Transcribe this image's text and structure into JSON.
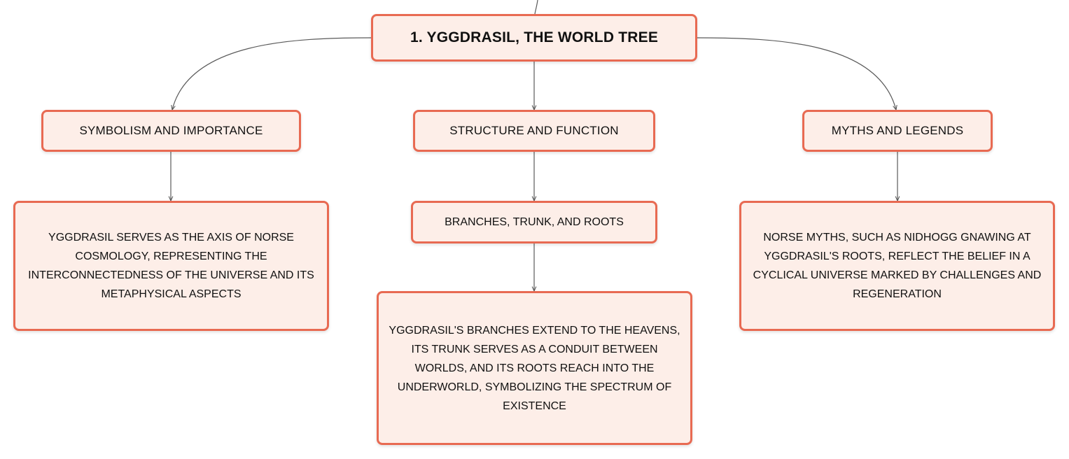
{
  "colors": {
    "node_fill": "#fdeee8",
    "node_border": "#e86a52",
    "connector": "#5a5a5a",
    "text": "#111111"
  },
  "mindmap": {
    "root": {
      "label": "1. YGGDRASIL, THE WORLD TREE"
    },
    "topics": [
      {
        "label": "SYMBOLISM AND IMPORTANCE",
        "detail": "YGGDRASIL SERVES AS THE AXIS OF NORSE COSMOLOGY, REPRESENTING THE INTERCONNECTEDNESS OF THE UNIVERSE AND ITS METAPHYSICAL ASPECTS"
      },
      {
        "label": "STRUCTURE AND FUNCTION",
        "subtopic": "BRANCHES, TRUNK, AND ROOTS",
        "detail": "YGGDRASIL'S BRANCHES EXTEND TO THE HEAVENS, ITS TRUNK SERVES AS A CONDUIT BETWEEN WORLDS, AND ITS ROOTS REACH INTO THE UNDERWORLD, SYMBOLIZING THE SPECTRUM OF EXISTENCE"
      },
      {
        "label": "MYTHS AND LEGENDS",
        "detail": "NORSE MYTHS, SUCH AS NIDHOGG GNAWING AT YGGDRASIL'S ROOTS, REFLECT THE BELIEF IN A CYCLICAL UNIVERSE MARKED BY CHALLENGES AND REGENERATION"
      }
    ]
  }
}
